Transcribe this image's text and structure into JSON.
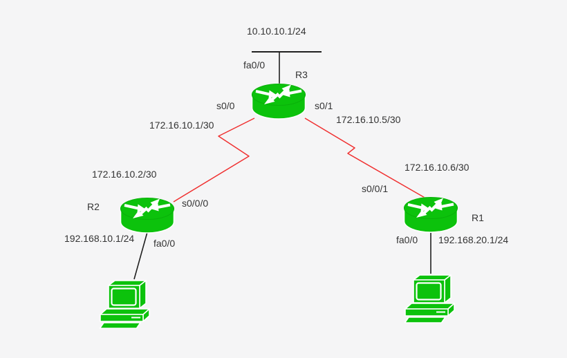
{
  "colors": {
    "background": "#f5f5f6",
    "device_green": "#0cc20c",
    "device_green_edge": "#0ab00a",
    "serial_link_red": "#f03030",
    "ethernet_line": "#1f1f1f",
    "label_text": "#333333",
    "icon_outline": "#ffffff"
  },
  "devices": {
    "r3": {
      "name": "R3",
      "type": "router"
    },
    "r2": {
      "name": "R2",
      "type": "router"
    },
    "r1": {
      "name": "R1",
      "type": "router"
    },
    "pc_left": {
      "type": "pc"
    },
    "pc_right": {
      "type": "pc"
    }
  },
  "labels": {
    "top_network_ip": "10.10.10.1/24",
    "r3_fa0_0": "fa0/0",
    "r3_s0_0": "s0/0",
    "r3_s0_1": "s0/1",
    "serial_left_ip_r3_side": "172.16.10.1/30",
    "serial_left_ip_r2_side": "172.16.10.2/30",
    "serial_right_ip_r3_side": "172.16.10.5/30",
    "serial_right_ip_r1_side": "172.16.10.6/30",
    "r2_s0_0_0": "s0/0/0",
    "r2_fa0_0": "fa0/0",
    "r2_lan_ip": "192.168.10.1/24",
    "r1_s0_0_1": "s0/0/1",
    "r1_fa0_0": "fa0/0",
    "r1_lan_ip": "192.168.20.1/24"
  }
}
